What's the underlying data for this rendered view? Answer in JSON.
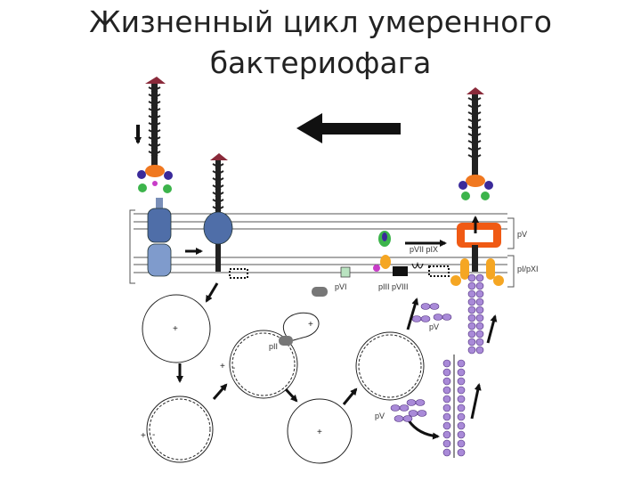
{
  "title": {
    "line1": "Жизненный цикл умеренного",
    "line2": "бактериофага"
  },
  "labels": {
    "pv_bracket": "pV",
    "pi_bracket": "pI/pXI",
    "pvii_pix": "pVII pIX",
    "pvi": "pVI",
    "piii_pviii": "pIII pVIII",
    "pv_top": "pV",
    "pii": "pII",
    "pv_bottom": "pV"
  },
  "signs": {
    "plus": "+",
    "minus": "-"
  },
  "colors": {
    "phage_body": "#222222",
    "pore_blue": "#4f6ea8",
    "pv_orange": "#f05a14",
    "pi_yellow": "#f5a623",
    "dimer_purple": "#a98ad8",
    "adsorption_green": "#3cb44b",
    "adsorption_indigo": "#3a2a9a",
    "head_orange": "#f07820",
    "membrane": "#555555"
  }
}
